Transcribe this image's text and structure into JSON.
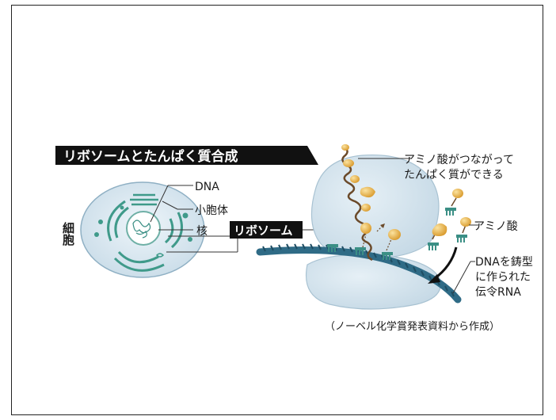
{
  "title": "リボソームとたんぱく質合成",
  "cell": {
    "label": "細胞",
    "dna_label": "DNA",
    "golgi_label": "小胞体",
    "nucleus_label": "核",
    "ribosome_label": "リボソーム"
  },
  "annotations": {
    "amino_chain": [
      "アミノ酸がつながって",
      "たんぱく質ができる"
    ],
    "amino_acid": "アミノ酸",
    "mrna": [
      "DNAを鋳型",
      "に作られた",
      "伝令RNA"
    ]
  },
  "source": "（ノーベル化学賞発表資料から作成）",
  "colors": {
    "title_bg": "#111111",
    "cell_fill": "#d9e7f0",
    "cell_stroke": "#9db4c4",
    "organelle": "#3f9a8a",
    "ribosome": "#d3e3ee",
    "mrna": "#2f6b86",
    "amino": "#e8b84e",
    "trna": "#3b8f85"
  }
}
